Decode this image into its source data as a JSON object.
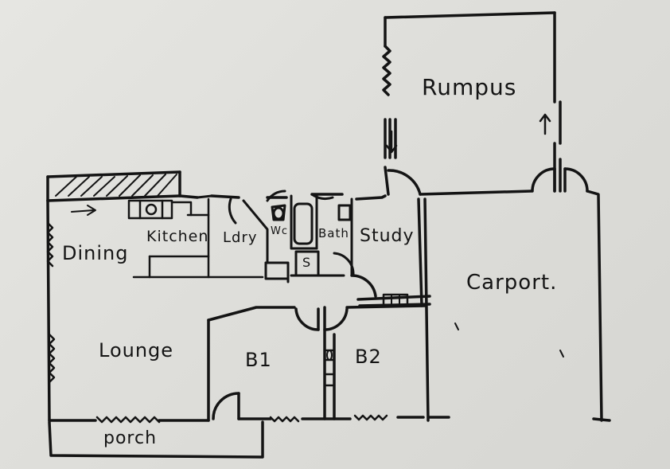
{
  "colors": {
    "ink": "#141414",
    "board": "#e2e2de"
  },
  "rooms": {
    "rumpus": "Rumpus",
    "dining": "Dining",
    "kitchen": "Kitchen",
    "ldry": "Ldry",
    "wc": "Wc",
    "bath": "Bath",
    "study": "Study",
    "carport": "Carport.",
    "lounge": "Lounge",
    "b1": "B1",
    "b2": "B2",
    "porch": "porch",
    "s": "S"
  }
}
